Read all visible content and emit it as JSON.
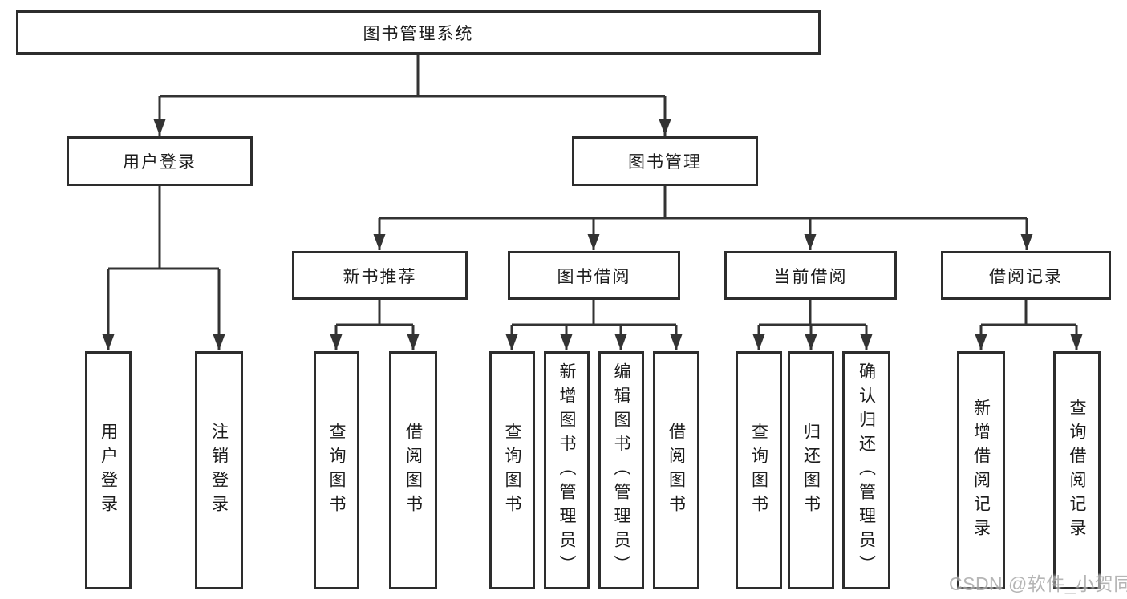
{
  "colors": {
    "background": "#ffffff",
    "line": "#333333",
    "box_border": "#2d2d2d",
    "text": "#1c1c1c",
    "watermark": "#a9a9a9"
  },
  "watermark": {
    "text": "CSDN @软件_小贺同学"
  },
  "diagram": {
    "type": "hierarchy-tree",
    "root": {
      "label": "图书管理系统"
    },
    "level2": [
      {
        "label": "用户登录",
        "leaves": [
          {
            "label": "用户登录"
          },
          {
            "label": "注销登录"
          }
        ]
      },
      {
        "label": "图书管理",
        "sections": [
          {
            "label": "新书推荐",
            "leaves": [
              {
                "label": "查询图书"
              },
              {
                "label": "借阅图书"
              }
            ]
          },
          {
            "label": "图书借阅",
            "leaves": [
              {
                "label": "查询图书"
              },
              {
                "label": "新增图书（管理员）"
              },
              {
                "label": "编辑图书（管理员）"
              },
              {
                "label": "借阅图书"
              }
            ]
          },
          {
            "label": "当前借阅",
            "leaves": [
              {
                "label": "查询图书"
              },
              {
                "label": "归还图书"
              },
              {
                "label": "确认归还（管理员）"
              }
            ]
          },
          {
            "label": "借阅记录",
            "leaves": [
              {
                "label": "新增借阅记录"
              },
              {
                "label": "查询借阅记录"
              }
            ]
          }
        ]
      }
    ]
  }
}
